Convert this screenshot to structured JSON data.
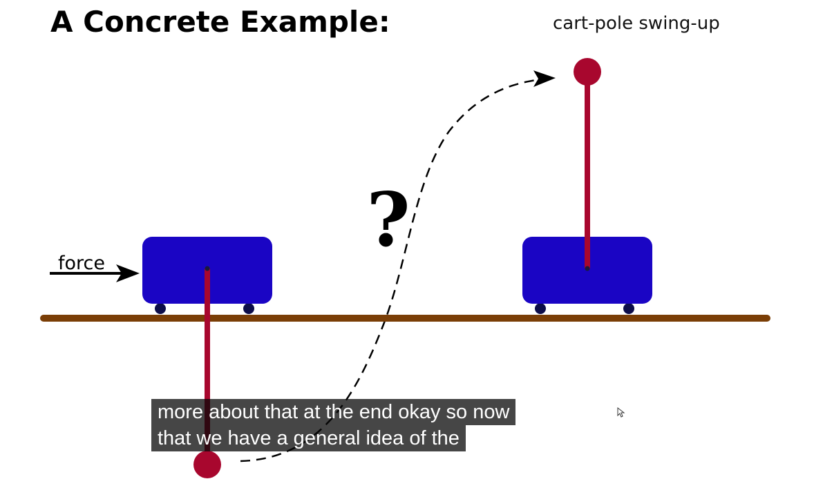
{
  "slide": {
    "title": "A Concrete Example:",
    "subtitle": "cart-pole swing-up",
    "force_label": "force",
    "question_mark": "?"
  },
  "captions": {
    "line1": "more about that at the end okay so now",
    "line2": "that we have a general idea of the"
  },
  "colors": {
    "cart": "#1a05c4",
    "pole": "#a8072e",
    "track": "#7a3e06",
    "wheel": "#0d0d4a",
    "caption_bg": "#141414"
  }
}
